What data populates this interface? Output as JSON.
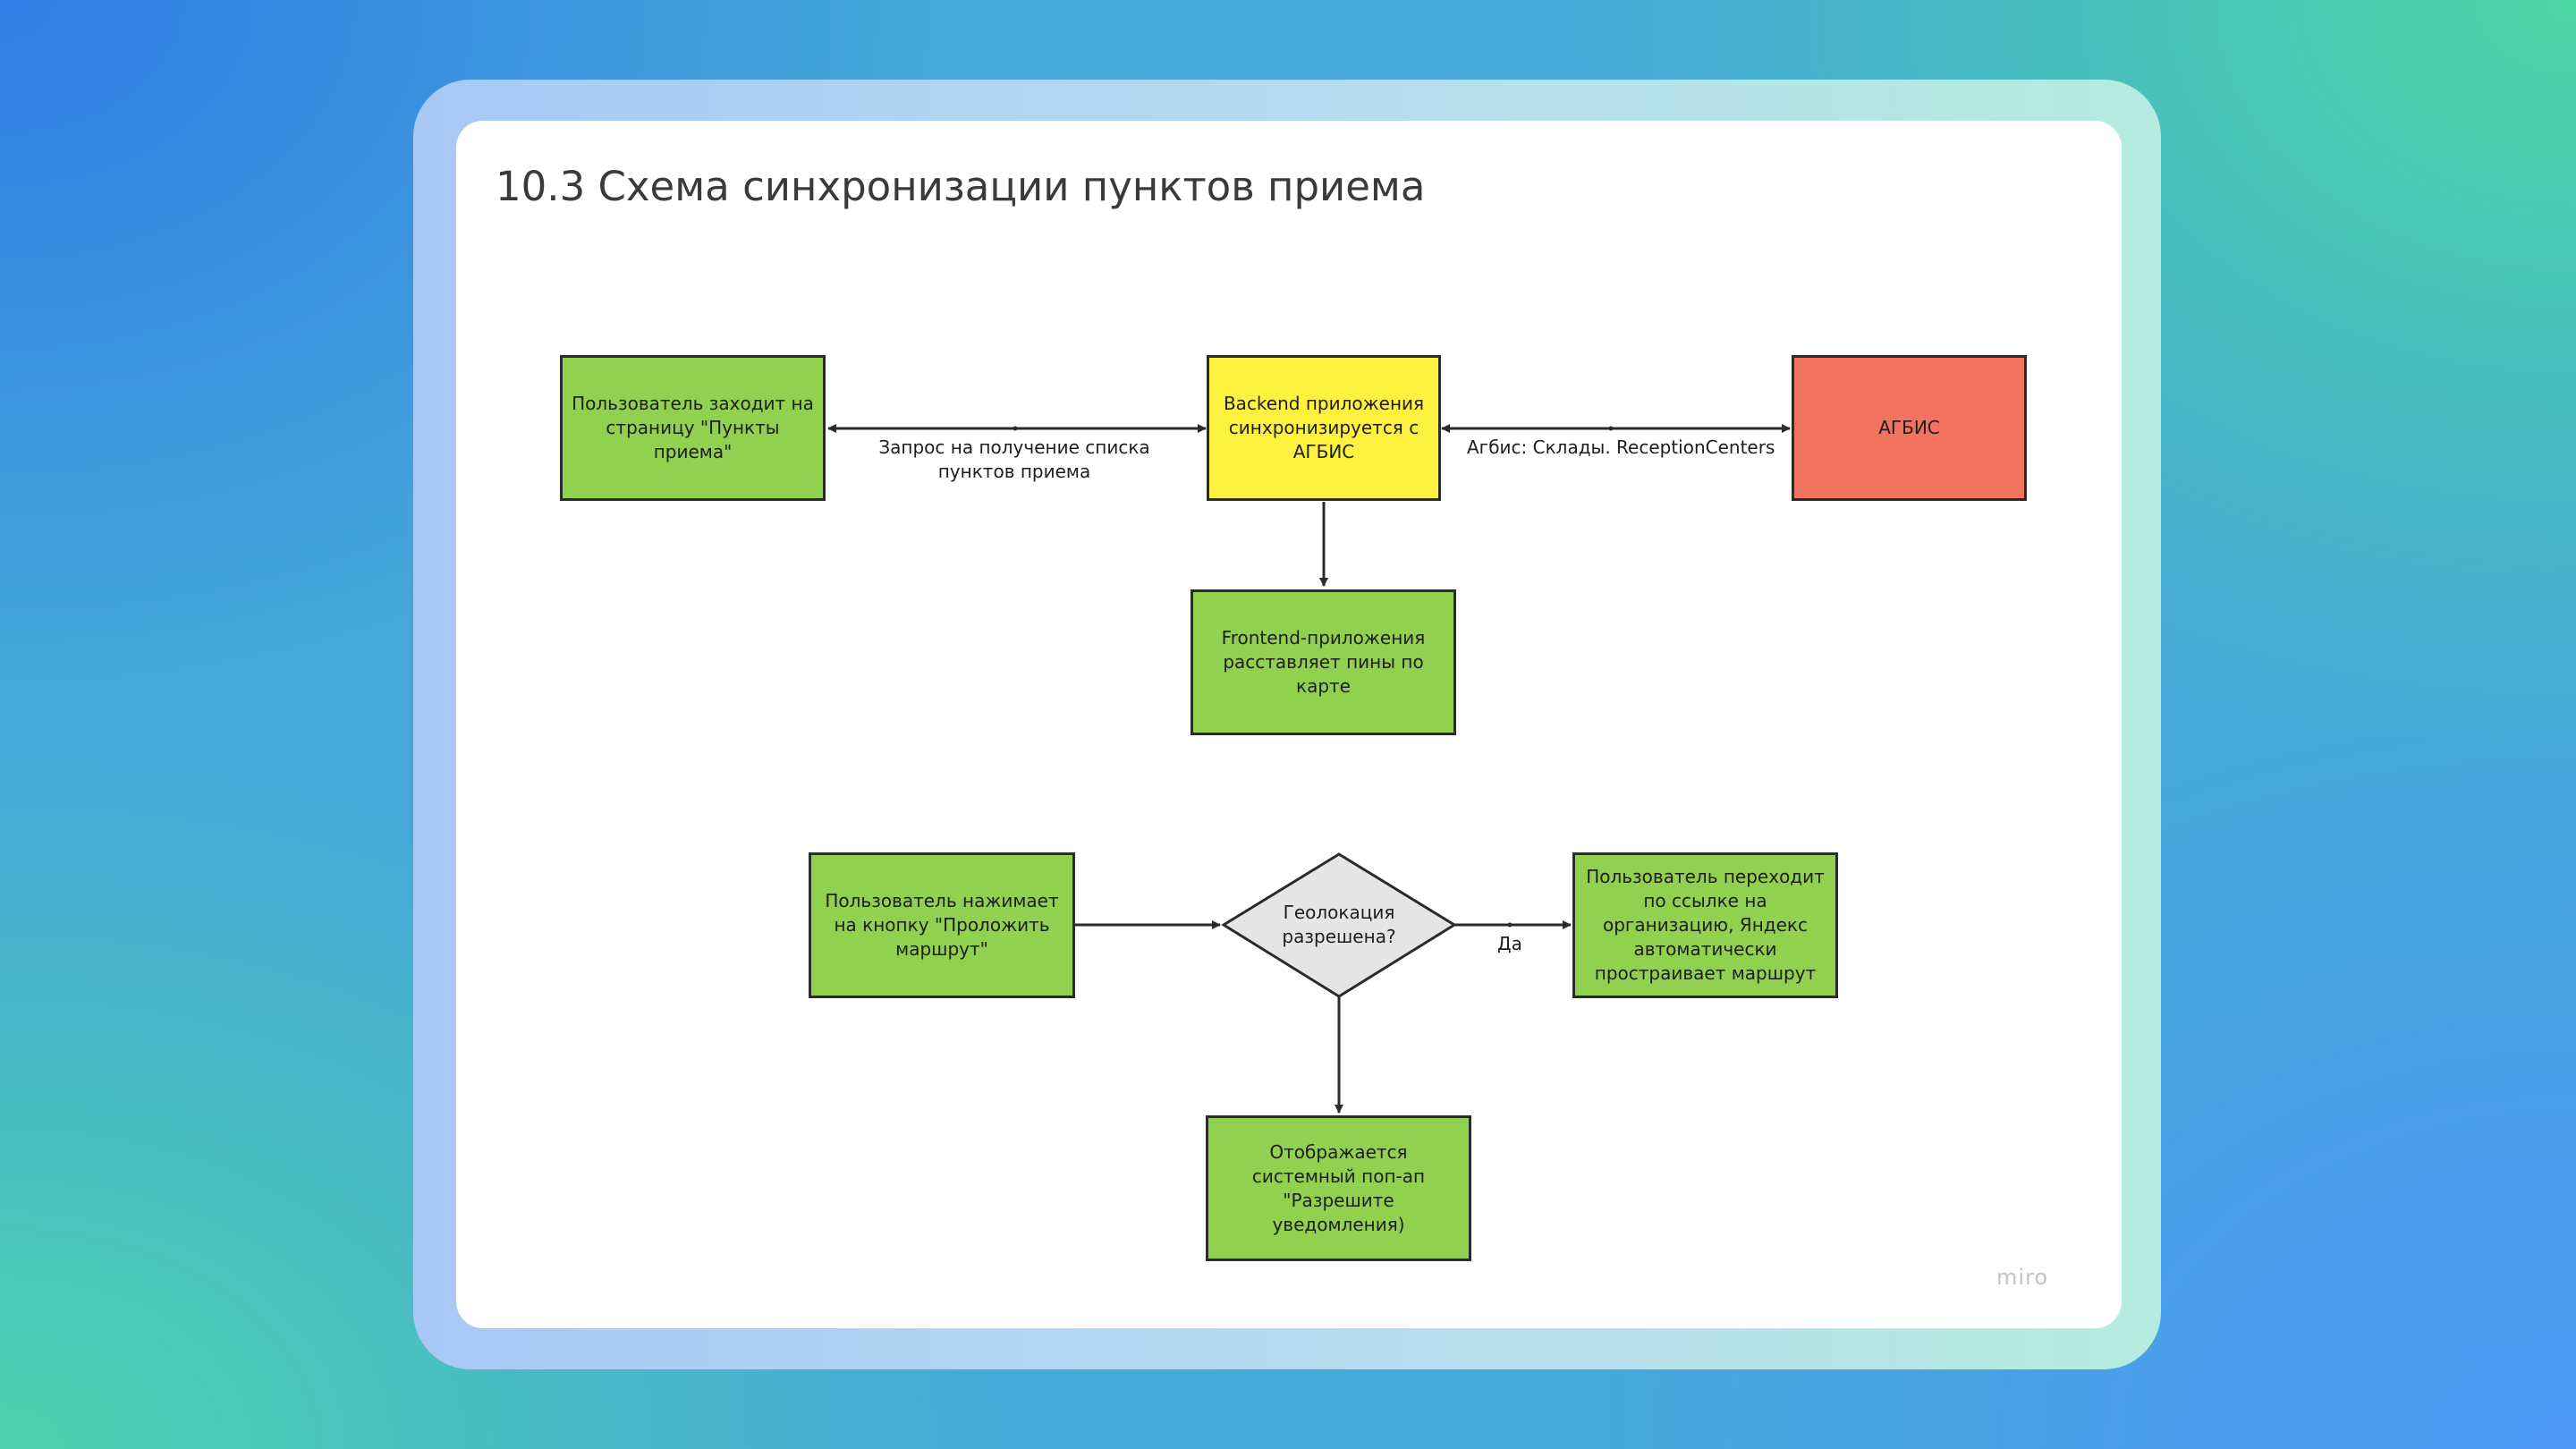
{
  "page": {
    "title": "10.3 Схема синхронизации пунктов приема",
    "logo": "miro"
  },
  "colors": {
    "green": "#91d14f",
    "yellow": "#fef23e",
    "red": "#f27360",
    "decision": "#e5e5e5",
    "stroke": "#2b2b2b"
  },
  "diagram": {
    "nodes": {
      "user_opens": "Пользователь заходит на страницу \"Пункты приема\"",
      "backend_sync": "Backend приложения синхронизируется с АГБИС",
      "agbis": "АГБИС",
      "frontend_pins": "Frontend-приложения расставляет пины по карте",
      "user_route": "Пользователь нажимает на кнопку \"Проложить маршрут\"",
      "geo_decision": "Геолокация разрешена?",
      "user_follows": "Пользователь переходит по ссылке на организацию, Яндекс автоматически простраивает маршрут",
      "popup": "Отображается системный поп-ап \"Разрешите уведомления)"
    },
    "edges": {
      "request_label": "Запрос на получение списка пунктов приема",
      "agbis_label": "Агбис: Склады. ReceptionCenters",
      "yes_label": "Да"
    }
  }
}
